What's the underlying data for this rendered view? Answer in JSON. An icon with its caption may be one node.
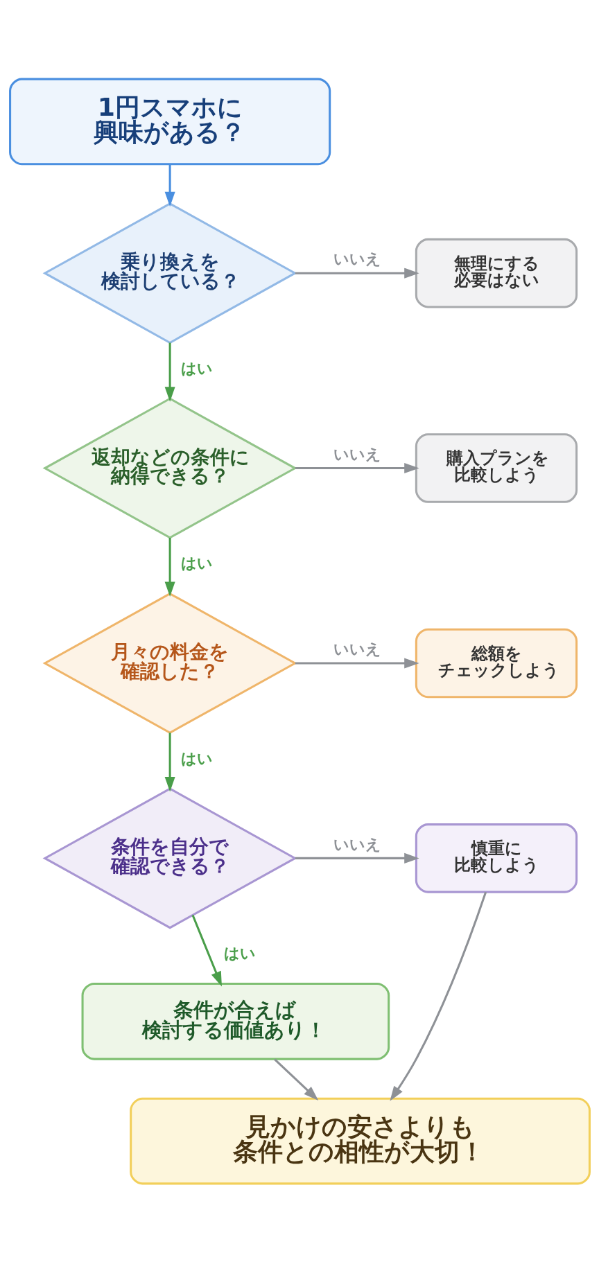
{
  "diagram": {
    "nodes": [
      {
        "text": [
          "1円スマホに興味がある？"
        ]
      },
      {
        "text": [
          "乗り換えを検討している？"
        ]
      },
      {
        "text": [
          "無理にする必要はない"
        ]
      },
      {
        "text": [
          "返却などの条件に納得できる？"
        ]
      },
      {
        "text": [
          "購入プランを比較しよう"
        ]
      },
      {
        "text": [
          "月々の料金を確認した？"
        ]
      },
      {
        "text": [
          "総額をチェックしよう"
        ]
      },
      {
        "text": [
          "条件を自分で確認できる？"
        ]
      },
      {
        "text": [
          "慎重に比較しよう"
        ]
      },
      {
        "text": [
          "条件が合えば検討する価値あり！"
        ]
      },
      {
        "text": [
          "見かけの安さよりも条件との相性が大切！"
        ]
      }
    ],
    "edges": [
      {
        "from": 0,
        "to": 1,
        "arrow": "to",
        "color": "#4a8fe0"
      },
      {
        "from": 1,
        "to": 2,
        "arrow": "to",
        "label": "いいえ"
      },
      {
        "from": 1,
        "to": 3,
        "arrow": "to",
        "label": "はい",
        "color": "#4a9e4a"
      },
      {
        "from": 3,
        "to": 4,
        "arrow": "to",
        "label": "いいえ"
      },
      {
        "from": 3,
        "to": 5,
        "arrow": "to",
        "label": "はい",
        "color": "#4a9e4a"
      },
      {
        "from": 5,
        "to": 6,
        "arrow": "to",
        "label": "いいえ"
      },
      {
        "from": 5,
        "to": 7,
        "arrow": "to",
        "label": "はい",
        "color": "#4a9e4a"
      },
      {
        "from": 7,
        "to": 8,
        "arrow": "to",
        "label": "いいえ"
      },
      {
        "from": 7,
        "to": 9,
        "arrow": "to",
        "label": "はい",
        "color": "#4a9e4a"
      },
      {
        "from": 9,
        "to": 10,
        "arrow": "to"
      },
      {
        "from": 8,
        "to": 10,
        "arrow": "to"
      }
    ]
  }
}
